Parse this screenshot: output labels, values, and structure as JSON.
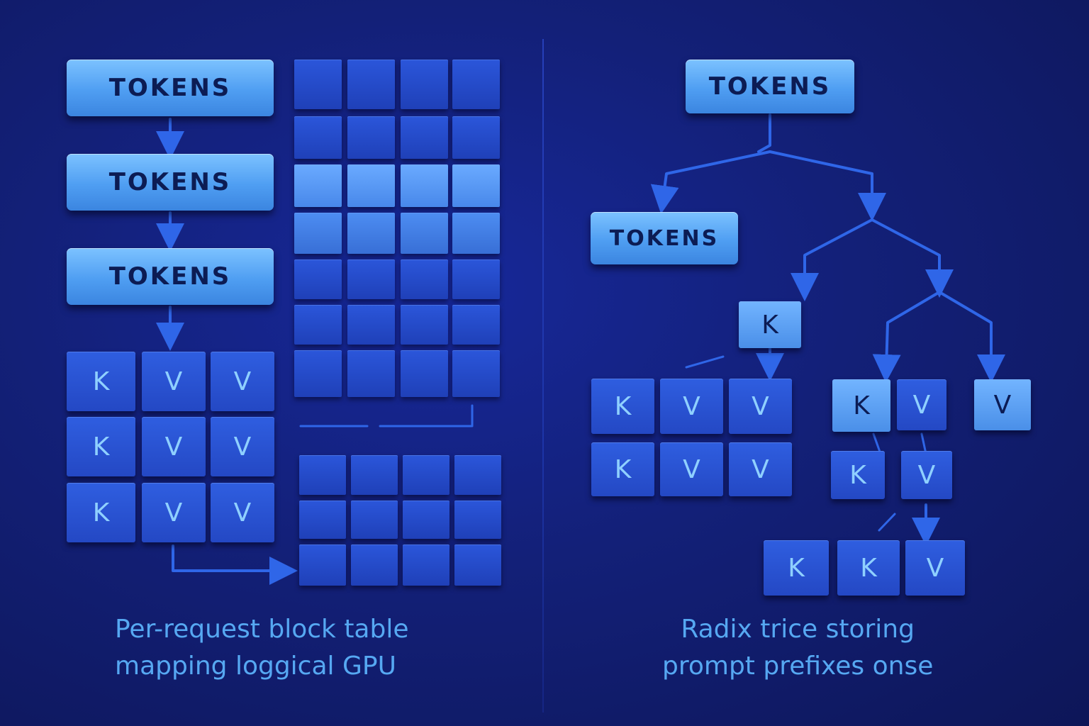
{
  "left": {
    "tokens": [
      "TOKENS",
      "TOKENS",
      "TOKENS"
    ],
    "kv_rows": [
      [
        "K",
        "V",
        "V"
      ],
      [
        "K",
        "V",
        "V"
      ],
      [
        "K",
        "V",
        "V"
      ]
    ],
    "caption_lines": [
      "Per-request block table",
      "mapping loggical GPU"
    ]
  },
  "right": {
    "root_token": "TOKENS",
    "child_token": "TOKENS",
    "k_node": "K",
    "grid_rows": [
      [
        "K",
        "V",
        "V"
      ],
      [
        "K",
        "V",
        "V"
      ]
    ],
    "pair_top": [
      "K",
      "V"
    ],
    "v_node": "V",
    "pair_bottom": [
      "K",
      "V"
    ],
    "bottom_row": [
      "K",
      "K",
      "V"
    ],
    "caption_lines": [
      "Radix trice storing",
      "prompt prefixes onse"
    ]
  },
  "colors": {
    "background": "#132078",
    "token_fill": "#5aa6f4",
    "cell_fill": "#2a52d4",
    "text_light": "#8fd0ff",
    "caption": "#56a8f2"
  }
}
